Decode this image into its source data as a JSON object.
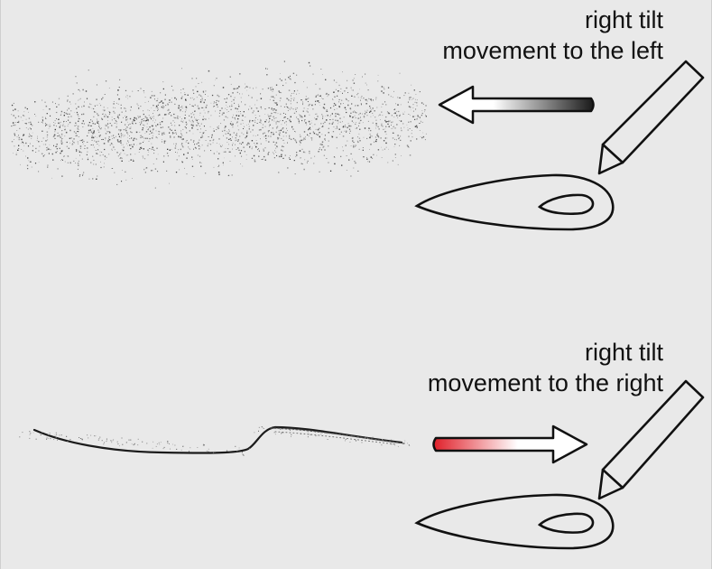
{
  "diagrams": [
    {
      "caption_line1": "right tilt",
      "caption_line2": "movement to the left",
      "direction": "left",
      "stroke_style": "grain",
      "arrow_gradient_color": "#1a1a1a"
    },
    {
      "caption_line1": "right tilt",
      "caption_line2": "movement to the right",
      "direction": "right",
      "stroke_style": "thin-line",
      "arrow_gradient_color": "#e0202a"
    }
  ],
  "colors": {
    "background": "#e9e9e9",
    "ink": "#111111"
  }
}
